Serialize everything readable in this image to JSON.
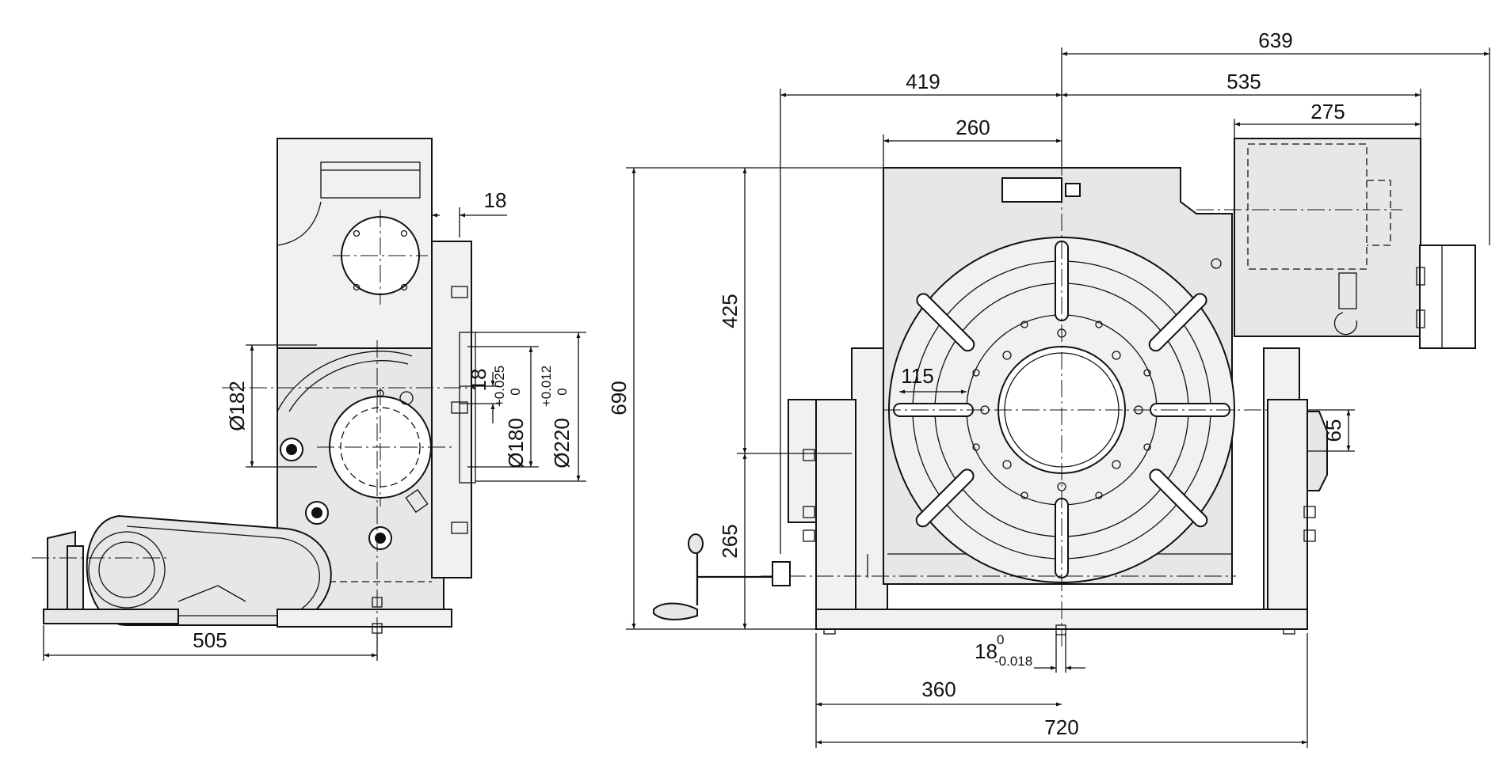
{
  "dimensions": {
    "side_view": {
      "width_505": "505",
      "slot_18": "18",
      "dia_182": "Ø182",
      "dia_180": "Ø180",
      "dia_180_tol_upper": "+0.025",
      "dia_180_tol_lower": "0",
      "dia_220": "Ø220",
      "dia_220_tol_upper": "+0.012",
      "dia_220_tol_lower": "0",
      "depth_18": "18"
    },
    "front_view": {
      "d639": "639",
      "d419": "419",
      "d535": "535",
      "d260": "260",
      "d275": "275",
      "d690": "690",
      "d425": "425",
      "d265": "265",
      "d115": "115",
      "d65": "65",
      "key_18": "18",
      "key_18_tol_upper": "0",
      "key_18_tol_lower": "-0.018",
      "d360": "360",
      "d720": "720"
    }
  }
}
